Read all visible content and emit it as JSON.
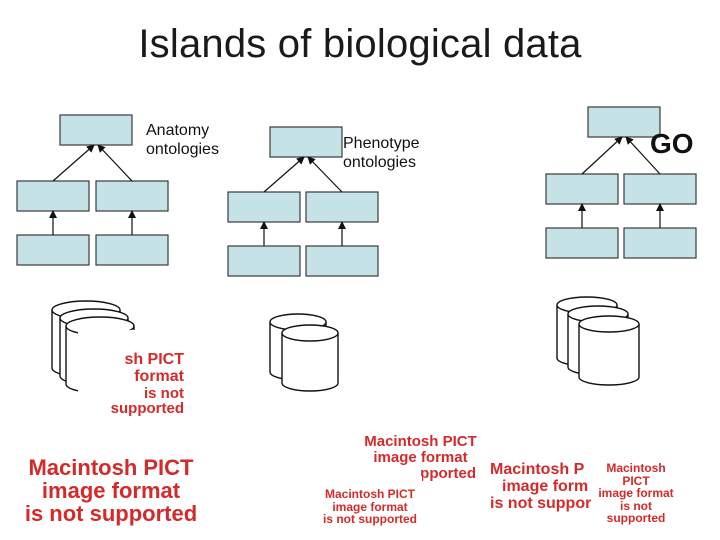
{
  "slide": {
    "title": "Islands of biological data"
  },
  "groups": [
    {
      "label": "Anatomy\nontologies"
    },
    {
      "label": "Phenotype\nontologies"
    },
    {
      "label": "GO"
    }
  ],
  "pict_placeholder": {
    "line1": "Macintosh PICT",
    "line2": "image format",
    "line3": "is not supported",
    "cropped_line1": "sh PICT",
    "cropped_line2": "format",
    "cropped_line3": "is not supported",
    "cropped_b_line1": "Macintosh P",
    "cropped_b_line2": "image form",
    "cropped_b_line3": "is not suppor",
    "cropped_c_line3": "pported"
  },
  "colors": {
    "box_fill": "#c5e3e6",
    "box_stroke": "#3a3a3a",
    "pict_text": "#d42a2a"
  }
}
